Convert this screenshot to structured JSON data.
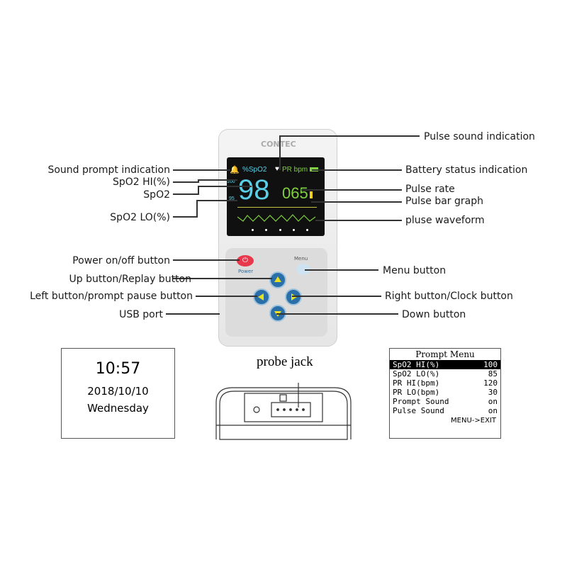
{
  "left_labels": [
    "Sound prompt indication",
    "SpO2 HI(%)",
    "SpO2",
    "SpO2 LO(%)",
    "Power on/off button",
    "Up button/Replay button",
    "Left button/prompt pause button",
    "USB port"
  ],
  "right_labels": [
    "Pulse sound indication",
    "Battery status indication",
    "Pulse rate",
    "Pulse bar graph",
    "pluse waveform",
    "Menu button",
    "Right button/Clock button",
    "Down button"
  ],
  "device": {
    "brand": "CONTEC",
    "screen": {
      "spo2_label": "%SpO2",
      "pr_label": "PR bpm",
      "spo2_hi": "100",
      "spo2_lo": "95",
      "spo2_value": "98",
      "pr_value": "065"
    },
    "power_label": "Power",
    "menu_label": "Menu"
  },
  "clock": {
    "time": "10:57",
    "date": "2018/10/10",
    "day": "Wednesday"
  },
  "probe": {
    "label": "probe jack"
  },
  "prompt_menu": {
    "title": "Prompt Menu",
    "rows": [
      [
        "SpO2 HI(%)",
        "100"
      ],
      [
        "SpO2 LO(%)",
        "85"
      ],
      [
        "PR HI(bpm)",
        "120"
      ],
      [
        "PR LO(bpm)",
        "30"
      ],
      [
        "Prompt Sound",
        "on"
      ],
      [
        "Pulse Sound",
        "on"
      ]
    ],
    "footer": "MENU->EXIT"
  }
}
